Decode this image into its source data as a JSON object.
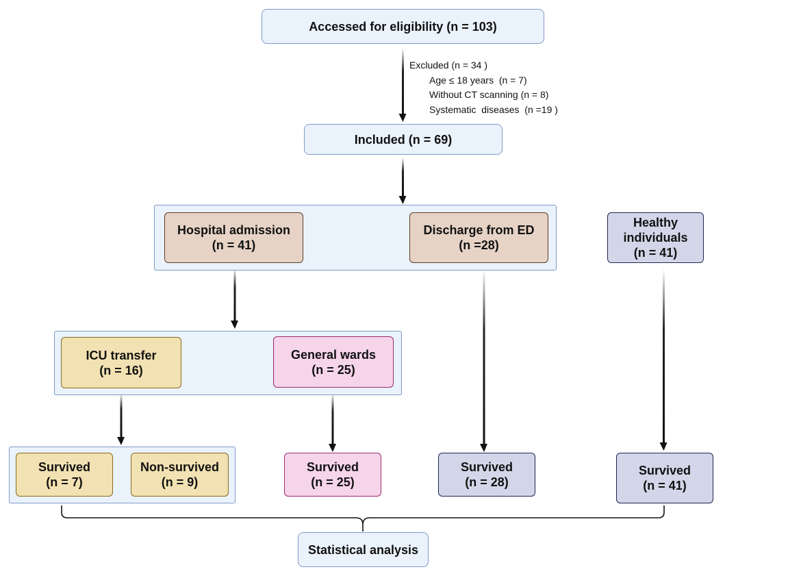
{
  "boxes": {
    "eligibility": "Accessed for eligibility (n = 103)",
    "included": "Included (n = 69)",
    "hospital": {
      "line1": "Hospital admission",
      "line2": "(n = 41)"
    },
    "discharge": {
      "line1": "Discharge from ED",
      "line2": "(n =28)"
    },
    "healthy": {
      "line1": "Healthy",
      "line2": "individuals",
      "line3": "(n = 41)"
    },
    "icu": {
      "line1": "ICU transfer",
      "line2": "(n = 16)"
    },
    "wards": {
      "line1": "General wards",
      "line2": "(n = 25)"
    },
    "icu_survived": {
      "line1": "Survived",
      "line2": "(n = 7)"
    },
    "icu_nonsurvived": {
      "line1": "Non-survived",
      "line2": "(n = 9)"
    },
    "wards_survived": {
      "line1": "Survived",
      "line2": "(n = 25)"
    },
    "discharge_survived": {
      "line1": "Survived",
      "line2": "(n = 28)"
    },
    "healthy_survived": {
      "line1": "Survived",
      "line2": "(n = 41)"
    },
    "statistical": "Statistical analysis"
  },
  "excluded": {
    "title": "Excluded (n = 34 )",
    "items": [
      "Age ≤ 18 years  (n = 7)",
      "Without CT scanning (n = 8)",
      "Systematic  diseases  (n =19 )"
    ]
  }
}
